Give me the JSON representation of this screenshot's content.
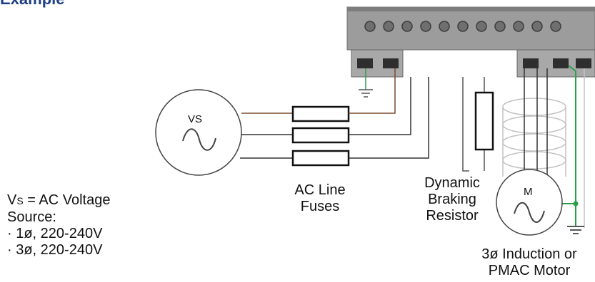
{
  "heading": "Example",
  "source_symbol": "VS",
  "motor_symbol": "M",
  "source_legend": {
    "var": "V",
    "sub": "S",
    "rest": " = AC Voltage",
    "line2": "Source:",
    "items": [
      "· 1ø, 220-240V",
      "· 3ø, 220-240V"
    ]
  },
  "fuses_label": [
    "AC Line",
    "Fuses"
  ],
  "resistor_label": [
    "Dynamic",
    "Braking",
    "Resistor"
  ],
  "motor_label": [
    "3ø Induction or",
    "PMAC Motor"
  ],
  "colors": {
    "heading": "#1f3f86",
    "wire_brown": "#7a4a2a",
    "wire_dark": "#333333",
    "ground_green": "#2e9e4a",
    "drive_body": "#9a9a9a",
    "shield": "#c8c8c8"
  }
}
